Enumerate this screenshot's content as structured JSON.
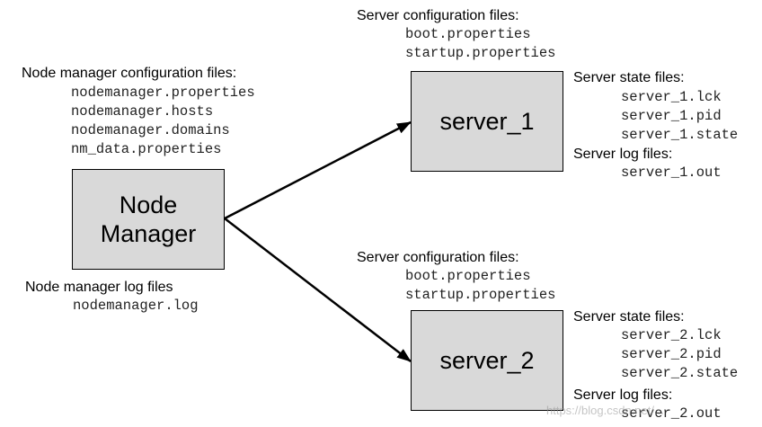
{
  "node_manager": {
    "config_heading": "Node manager configuration files:",
    "config_files": [
      "nodemanager.properties",
      "nodemanager.hosts",
      "nodemanager.domains",
      "nm_data.properties"
    ],
    "box_line1": "Node",
    "box_line2": "Manager",
    "log_heading": "Node manager log files",
    "log_files": [
      "nodemanager.log"
    ]
  },
  "servers": [
    {
      "name": "server_1",
      "config_heading": "Server configuration files:",
      "config_files": [
        "boot.properties",
        "startup.properties"
      ],
      "state_heading": "Server state files:",
      "state_files": [
        "server_1.lck",
        "server_1.pid",
        "server_1.state"
      ],
      "log_heading": "Server log files:",
      "log_files": [
        "server_1.out"
      ]
    },
    {
      "name": "server_2",
      "config_heading": "Server configuration files:",
      "config_files": [
        "boot.properties",
        "startup.properties"
      ],
      "state_heading": "Server state files:",
      "state_files": [
        "server_2.lck",
        "server_2.pid",
        "server_2.state"
      ],
      "log_heading": "Server log files:",
      "log_files": [
        "server_2.out"
      ]
    }
  ],
  "watermark": "https://blog.csdn.net/..."
}
